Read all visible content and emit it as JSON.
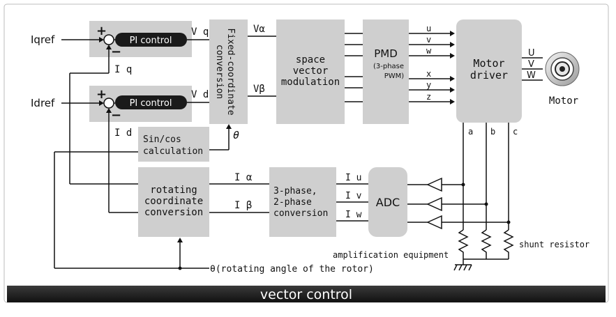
{
  "labels": {
    "iqref": "Iqref",
    "idref": "Idref",
    "pi_top": "PI control",
    "pi_bottom": "PI control",
    "plus": "+",
    "minus": "−",
    "iq": "I q",
    "id": "I d",
    "vq": "V q",
    "vd": "V d",
    "valpha": "Vα",
    "vbeta": "Vβ",
    "fixed": [
      "Fixed-coordinate",
      "conversion"
    ],
    "theta": "θ",
    "svm": [
      "space",
      "vector",
      "modulation"
    ],
    "pmd": "PMD",
    "pmd_sub": "(3-phase",
    "pmd_sub2": "PWM)",
    "pmd_outs": [
      "u",
      "v",
      "w",
      "x",
      "y",
      "z"
    ],
    "driver": [
      "Motor",
      "driver"
    ],
    "uvw": [
      "U",
      "V",
      "W"
    ],
    "motor": "Motor",
    "sincos": [
      "Sin/cos",
      "calculation"
    ],
    "rotating": [
      "rotating",
      "coordinate",
      "conversion"
    ],
    "ialpha": "I α",
    "ibeta": "I β",
    "phase": [
      "3-phase,",
      "2-phase",
      "conversion"
    ],
    "iu": "I u",
    "iv": "I v",
    "iw": "I w",
    "adc": "ADC",
    "abc": [
      "a",
      "b",
      "c"
    ],
    "amp": "amplification equipment",
    "shunt": "shunt resistor",
    "rotor": "θ(rotating angle of the rotor)",
    "footer": "vector control"
  },
  "colors": {
    "block": "#cfcfcf",
    "pill": "#1a1a1a",
    "footer_bg": "#1c1c1c",
    "footer_text": "#ffffff"
  }
}
